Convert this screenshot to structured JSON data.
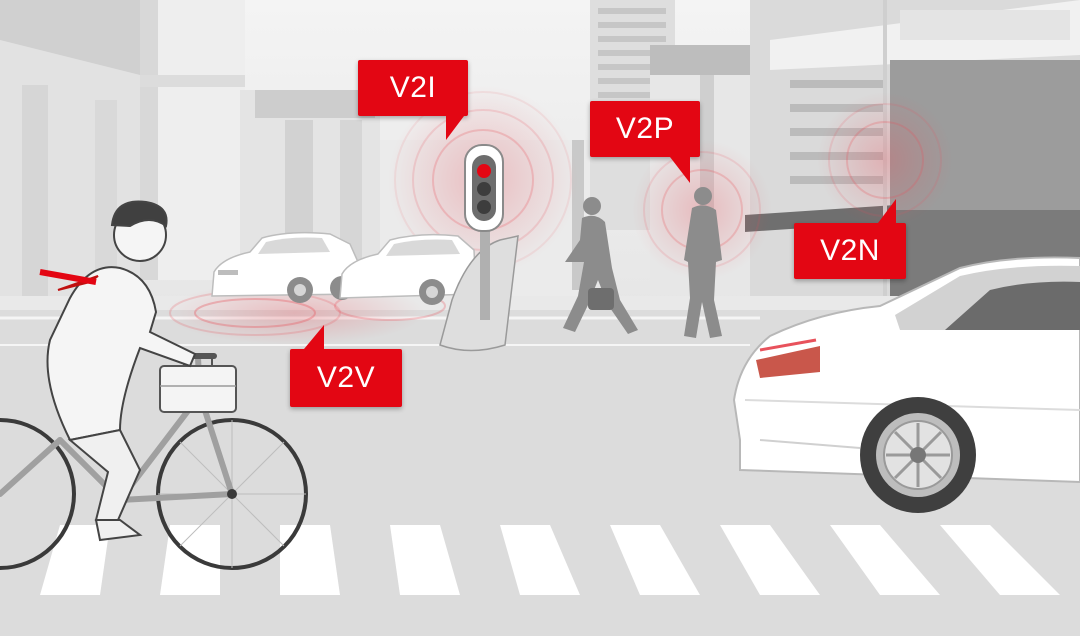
{
  "labels": {
    "v2i": "V2I",
    "v2p": "V2P",
    "v2v": "V2V",
    "v2n": "V2N"
  },
  "colors": {
    "accent": "#e30613",
    "signal": "#e8525c",
    "background": "#ececec",
    "road": "#dddddd",
    "building_light": "#f3f3f3",
    "building_mid": "#cfcfcf",
    "building_dark": "#8a8a8a",
    "figure": "#8c8c8c",
    "car_body": "#ffffff"
  },
  "icons": {
    "traffic_light": "traffic-light-icon",
    "pedestrian": "pedestrian-icon",
    "cyclist": "cyclist-icon",
    "car": "car-icon"
  }
}
